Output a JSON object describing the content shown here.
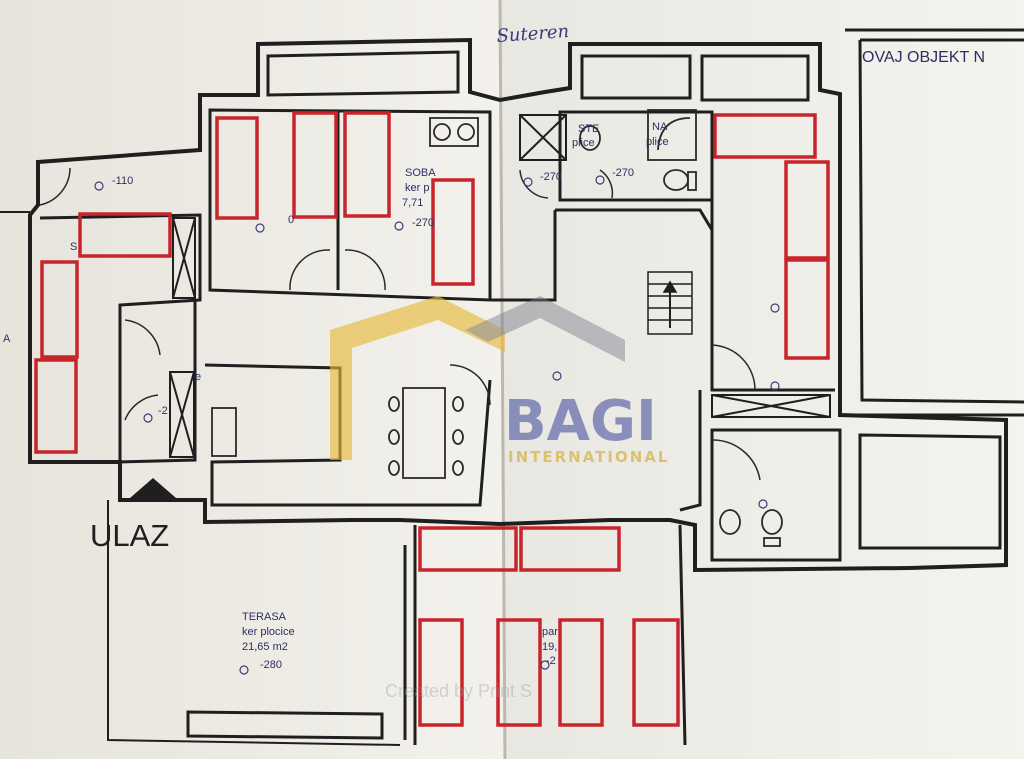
{
  "sheet": {
    "handwritten_title": "Suteren",
    "notice": "OVAJ OBJEKT N"
  },
  "entrance": {
    "label": "ULAZ"
  },
  "rooms": {
    "soba": {
      "name": "SOBA",
      "floor": "ker p",
      "area": "7,71",
      "level": "-270"
    },
    "hall_top": {
      "level": "-110"
    },
    "stair_landing": {
      "level": "-270"
    },
    "bath_right": {
      "level": "-270"
    },
    "bath_left_tag": {
      "name": "STE",
      "floor": "plice"
    },
    "shower_tag": {
      "name": "NA",
      "floor": "plice"
    },
    "left_room": {
      "name": "S"
    },
    "left_edge": {
      "name": "A"
    },
    "left_corridor": {
      "level": "-2"
    },
    "terasa": {
      "name": "TERASA",
      "floor": "ker plocice",
      "area": "21,65 m2",
      "level": "-280"
    },
    "bottom_room": {
      "name": "par",
      "area": "19,",
      "level": "-2"
    },
    "misc_e": {
      "name": "e"
    },
    "misc_zero": {
      "name": "0"
    }
  },
  "watermark": {
    "brand": "BAGI",
    "sub": "INTERNATIONAL",
    "credit": "Created by Print S",
    "colors": {
      "house_left": "#e6b93a",
      "house_right": "#7a7e8c",
      "brand": "#5b63a6",
      "sub": "#d7b550"
    }
  },
  "colors": {
    "wall": "#1f1f1f",
    "furniture": "#c8242b",
    "paper": "#f1efe9",
    "text": "#2c2f66"
  }
}
